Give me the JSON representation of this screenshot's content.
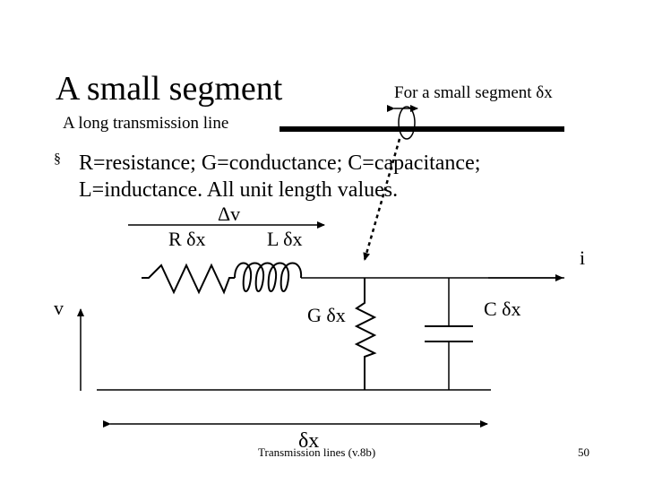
{
  "slide": {
    "title": "A small segment",
    "subtitle": "For a small segment δx",
    "long_line_label": "A long transmission line",
    "bullet_marker": "§",
    "bullet_line1": "R=resistance; G=conductance; C=capacitance;",
    "bullet_line2": "L=inductance. All unit length values.",
    "footer": "Transmission lines (v.8b)",
    "page_number": "50"
  },
  "circuit": {
    "labels": {
      "delta_v": "Δv",
      "r_dx": "R δx",
      "l_dx": "L δx",
      "i": "i",
      "v": "v",
      "g_dx": "G δx",
      "c_dx": "C δx",
      "dx": "δx"
    }
  }
}
